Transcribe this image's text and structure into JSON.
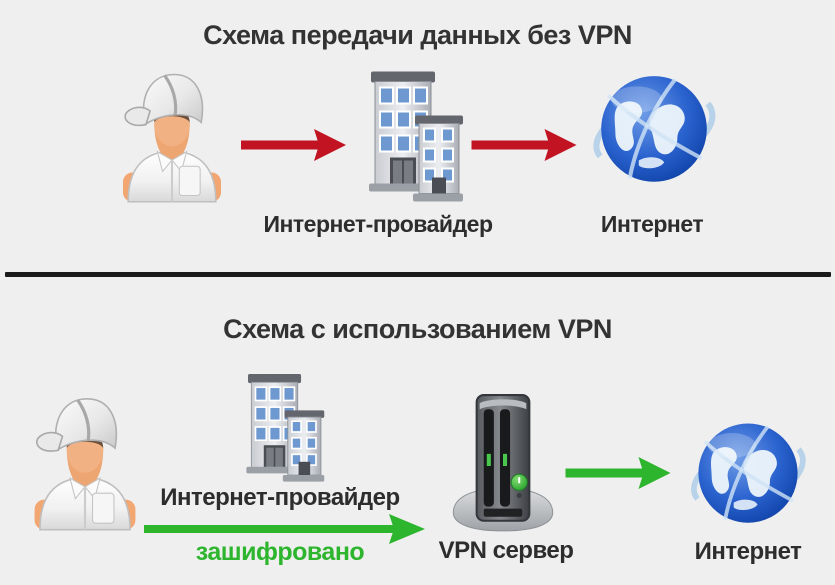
{
  "diagram": {
    "background_color": "#efefef",
    "divider_color": "#1b1b1b",
    "title_color": "#333333",
    "label_color": "#2d2d2d"
  },
  "colors": {
    "red_arrow": "#c11322",
    "green_arrow": "#2db52d",
    "encrypted_text": "#2db52d",
    "globe_blue": "#1d56c4",
    "window_blue": "#6e98d0"
  },
  "top_section": {
    "title": "Схема передачи данных без VPN",
    "nodes": [
      {
        "name": "user",
        "icon": "user-icon",
        "label": ""
      },
      {
        "name": "internet-provider",
        "icon": "buildings-icon",
        "label": "Интернет-провайдер"
      },
      {
        "name": "internet",
        "icon": "globe-icon",
        "label": "Интернет"
      }
    ],
    "arrows": [
      {
        "from": "user",
        "to": "internet-provider",
        "color": "#c11322"
      },
      {
        "from": "internet-provider",
        "to": "internet",
        "color": "#c11322"
      }
    ]
  },
  "bottom_section": {
    "title": "Схема с использованием VPN",
    "provider_label": "Интернет-провайдер",
    "encrypted_label": "зашифровано",
    "vpn_server_label": "VPN сервер",
    "internet_label": "Интернет",
    "nodes": [
      {
        "name": "user",
        "icon": "user-icon",
        "label": ""
      },
      {
        "name": "internet-provider",
        "icon": "buildings-icon",
        "label": "Интернет-провайдер"
      },
      {
        "name": "vpn-server",
        "icon": "server-icon",
        "label": "VPN сервер"
      },
      {
        "name": "internet",
        "icon": "globe-icon",
        "label": "Интернет"
      }
    ],
    "arrows": [
      {
        "from": "user",
        "to": "vpn-server",
        "color": "#2db52d",
        "label": "зашифровано"
      },
      {
        "from": "vpn-server",
        "to": "internet",
        "color": "#2db52d"
      }
    ]
  }
}
